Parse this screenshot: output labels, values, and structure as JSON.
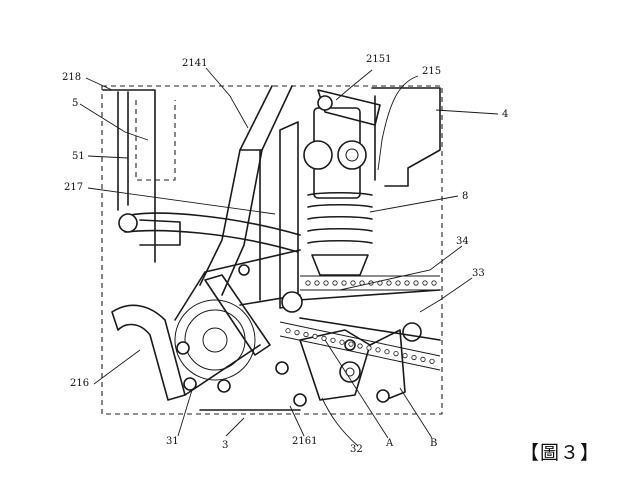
{
  "figure_title": "【圖３】",
  "labels": {
    "l218": "218",
    "l2141": "2141",
    "l2151": "2151",
    "l215": "215",
    "l4": "4",
    "l5": "5",
    "l51": "51",
    "l217": "217",
    "l8": "8",
    "l34": "34",
    "l33": "33",
    "l216": "216",
    "l31": "31",
    "l3": "3",
    "l2161": "2161",
    "l32": "32",
    "lA": "A",
    "lB": "B"
  }
}
